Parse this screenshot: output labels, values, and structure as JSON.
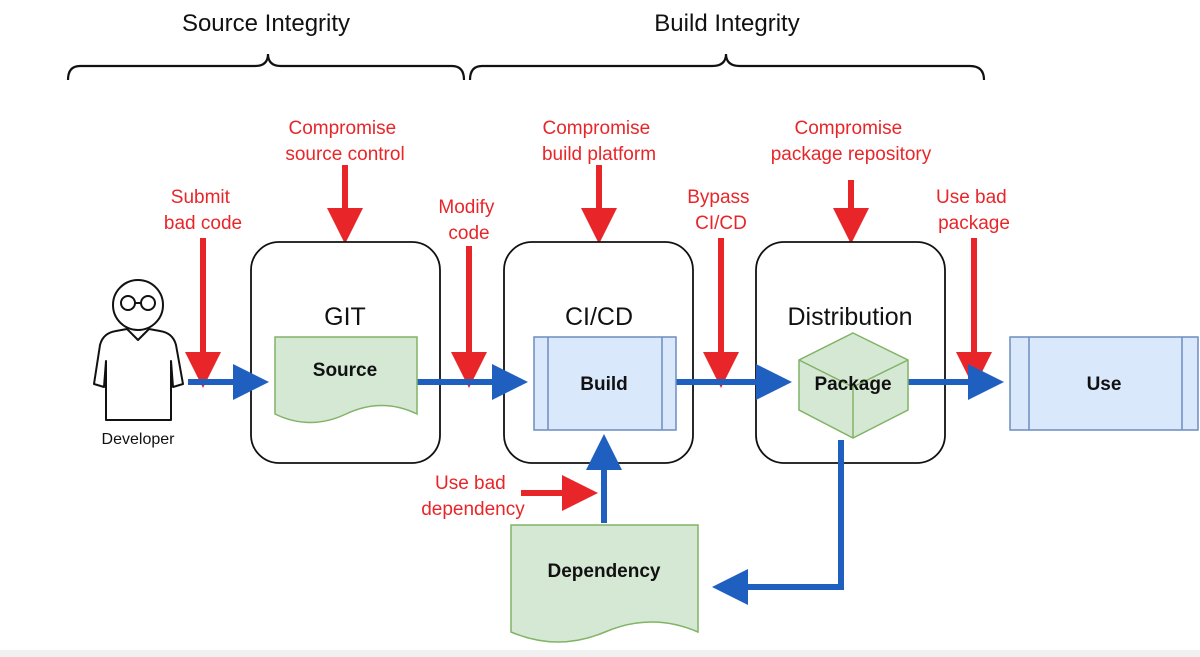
{
  "sections": {
    "source_integrity": "Source Integrity",
    "build_integrity": "Build Integrity"
  },
  "attacks": {
    "submit_bad_code": [
      "Submit",
      "bad code"
    ],
    "compromise_source_control": [
      "Compromise",
      "source control"
    ],
    "modify_code": [
      "Modify",
      "code"
    ],
    "compromise_build_platform": [
      "Compromise",
      "build platform"
    ],
    "bypass_cicd": [
      "Bypass",
      "CI/CD"
    ],
    "compromise_package_repository": [
      "Compromise",
      "package repository"
    ],
    "use_bad_package": [
      "Use bad",
      "package"
    ],
    "use_bad_dependency": [
      "Use bad",
      "dependency"
    ]
  },
  "boxes": {
    "git": "GIT",
    "cicd": "CI/CD",
    "distribution": "Distribution"
  },
  "nodes": {
    "source": "Source",
    "build": "Build",
    "package": "Package",
    "use": "Use",
    "dependency": "Dependency"
  },
  "developer": {
    "label": "Developer"
  },
  "colors": {
    "attack_red": "#e8262a",
    "flow_blue": "#1f5fbf",
    "doc_green_fill": "#d5e8d4",
    "doc_green_stroke": "#82b366",
    "process_blue_fill": "#dae8fc",
    "process_blue_stroke": "#6c8ebf"
  }
}
